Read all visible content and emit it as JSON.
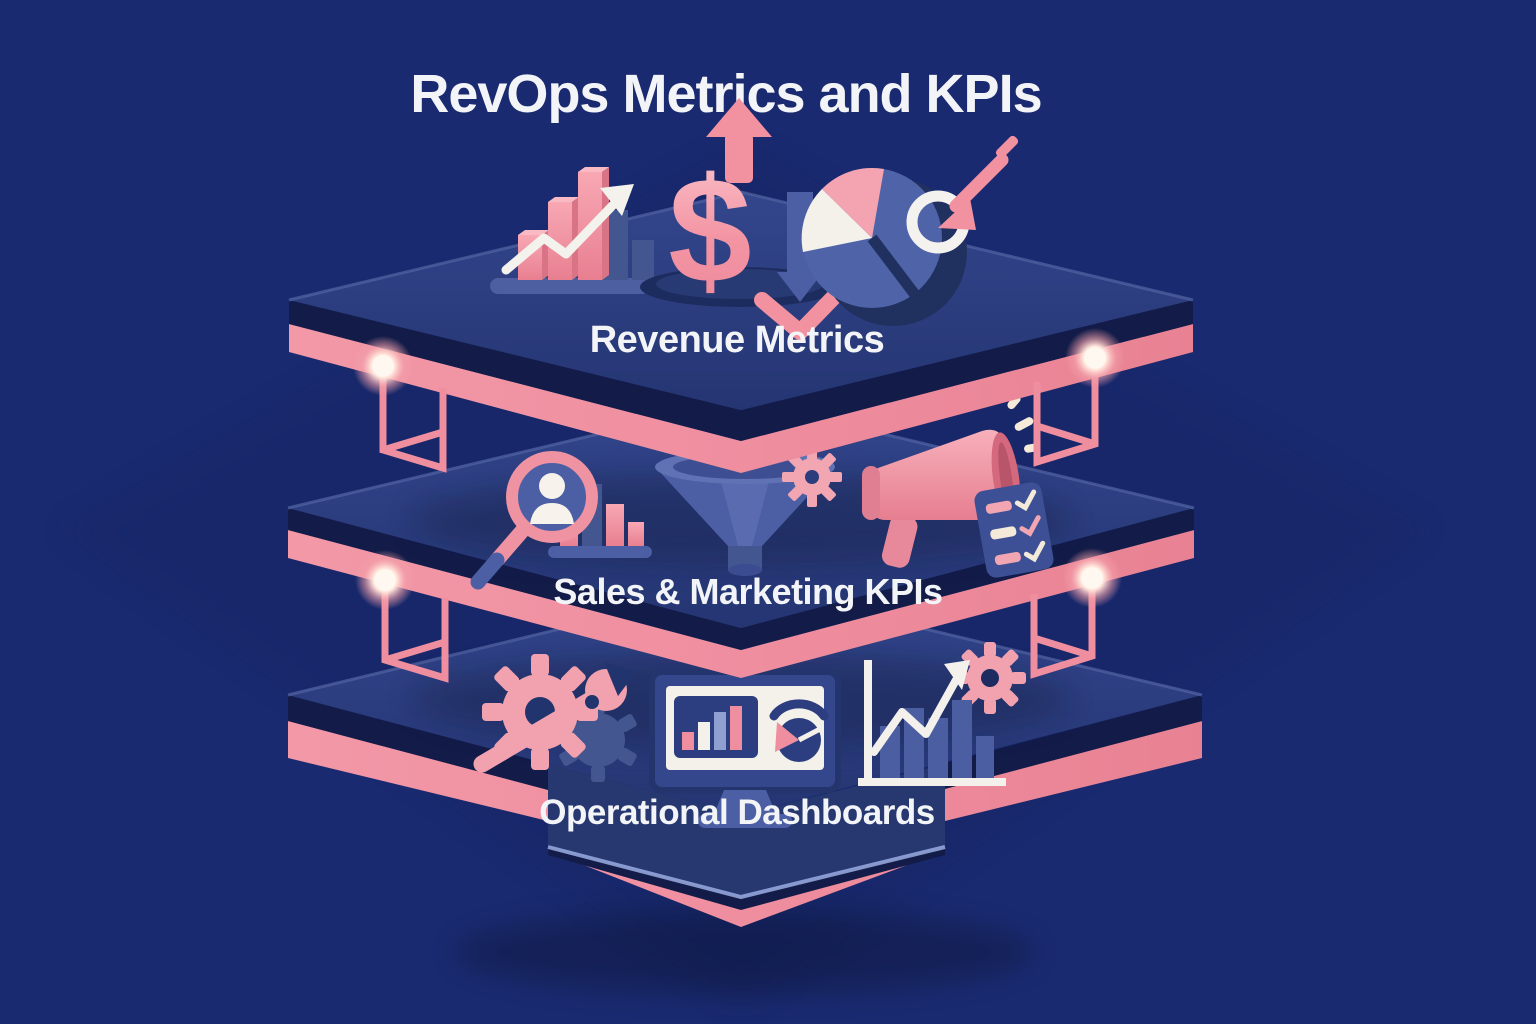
{
  "title": "RevOps Metrics and KPIs",
  "colors": {
    "background": "#1a2a70",
    "platform_top": "#2c3e80",
    "platform_dark_edge": "#131c49",
    "accent_pink": "#ef8e9f",
    "accent_pink_light": "#f9b5bf",
    "accent_pink_dark": "#d97486",
    "icon_slate_blue": "#4c5fa4",
    "icon_white": "#f5f2ec",
    "glow_white": "#fff8f0",
    "text_white": "#f3f4f8"
  },
  "layers": [
    {
      "label": "Revenue Metrics",
      "icons": [
        {
          "name": "growth-bar-chart-icon"
        },
        {
          "name": "dollar-trend-icon",
          "glyph": "$"
        },
        {
          "name": "pie-chart-target-icon"
        }
      ]
    },
    {
      "label": "Sales & Marketing KPIs",
      "icons": [
        {
          "name": "lead-search-icon"
        },
        {
          "name": "funnel-gear-icon"
        },
        {
          "name": "megaphone-checklist-icon"
        }
      ]
    },
    {
      "label": "Operational Dashboards",
      "icons": [
        {
          "name": "gear-wrench-icon"
        },
        {
          "name": "dashboard-monitor-icon"
        },
        {
          "name": "analytics-chart-gear-icon"
        }
      ]
    }
  ]
}
